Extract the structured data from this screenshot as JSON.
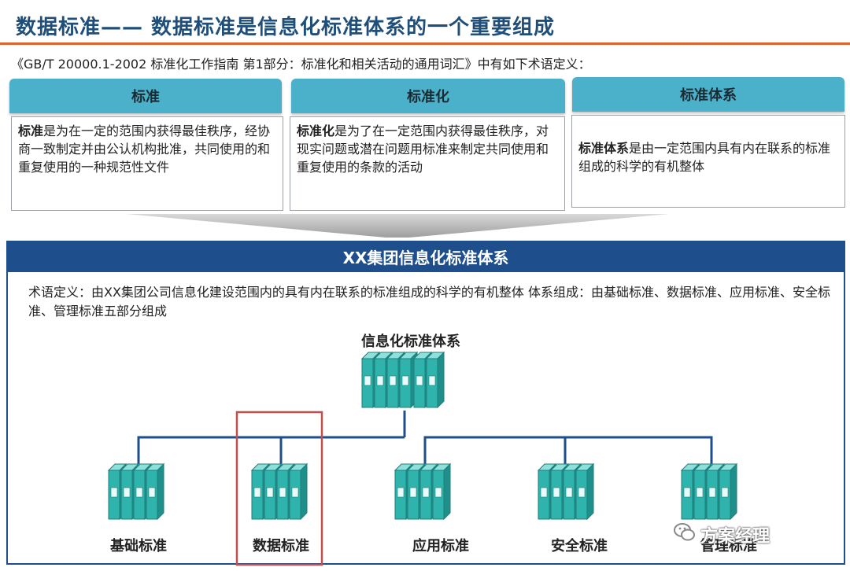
{
  "title": "数据标准—— 数据标准是信息化标准体系的一个重要组成",
  "intro": "《GB/T 20000.1-2002 标准化工作指南 第1部分：标准化和相关活动的通用词汇》中有如下术语定义：",
  "cards": [
    {
      "heading": "标准",
      "term": "标准",
      "text": "是为在一定的范围内获得最佳秩序，经协商一致制定并由公认机构批准，共同使用的和重复使用的一种规范性文件"
    },
    {
      "heading": "标准化",
      "term": "标准化",
      "text": "是为了在一定范围内获得最佳秩序，对现实问题或潜在问题用标准来制定共同使用和重复使用的条款的活动"
    },
    {
      "heading": "标准体系",
      "term": "标准体系",
      "text": "是由一定范围内具有内在联系的标准组成的科学的有机整体"
    }
  ],
  "system": {
    "heading": "XX集团信息化标准体系",
    "description": "术语定义：由XX集团公司信息化建设范围内的具有内在联系的标准组成的科学的有机整体 体系组成：由基础标准、数据标准、应用标准、安全标准、管理标准五部分组成"
  },
  "tree": {
    "root": "信息化标准体系",
    "children": [
      "基础标准",
      "数据标准",
      "应用标准",
      "安全标准",
      "管理标准"
    ],
    "highlighted": "数据标准"
  },
  "colors": {
    "title": "#1f4e79",
    "accent_rule": "#e0632a",
    "card_header": "#4bb0c9",
    "system_header": "#1e4f8c",
    "book": "#2fb3ad",
    "highlight_box": "#c0504d"
  },
  "icons": [
    "binder-stack-icon",
    "wechat-icon"
  ],
  "watermark": "方案经理"
}
